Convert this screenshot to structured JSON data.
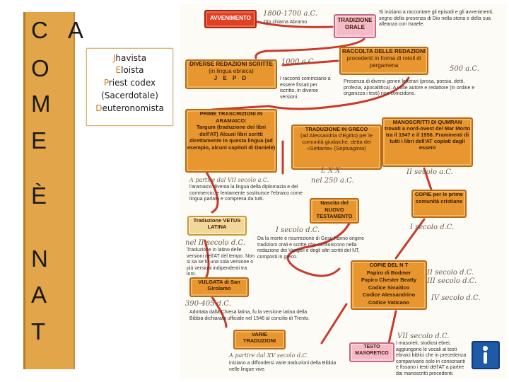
{
  "title": {
    "vertical_letters": [
      "C",
      "O",
      "M",
      "E",
      "È",
      "N",
      "A",
      "T"
    ],
    "horizontal_letter": "A"
  },
  "sources": {
    "items": [
      {
        "initial": "J",
        "rest": "havista"
      },
      {
        "initial": "E",
        "rest": "loista"
      },
      {
        "initial": "P",
        "rest": "riest codex"
      },
      {
        "initial": "",
        "rest": "(Sacerdotale)"
      },
      {
        "initial": "D",
        "rest": "euteronomista"
      }
    ]
  },
  "diagram": {
    "avvenimento": "AVVENIMENTO",
    "tradizione_orale": "TRADIZIONE ORALE",
    "date_1800": "1800-1700 a.C.",
    "abramo": "Dio chiama Abramo",
    "intro_note": "Si iniziano a raccontare gli episodi e gli avvenimenti, segno della presenza di Dio nella storia e della sua alleanza con Israele.",
    "diverse_redazioni": "DIVERSE REDAZIONI SCRITTE",
    "lingua_ebraica": "(in lingua ebraica)",
    "jepd": "J E P D",
    "date_1000": "1000 a.C.",
    "racconti_note": "I racconti cominciano a essere fissati per iscritto, in diverse versioni.",
    "raccolta": "RACCOLTA DELLE REDAZIONI",
    "raccolta_sub": "procedenti in forma di rotoli di pergamena",
    "date_500": "500 a.C.",
    "generi_note": "Presenza di diversi generi letterari (prosa, poesia, detti, profezia, apocalittica). A volte autore e redattore (in ordine e organizza i testi) non coincidono.",
    "targum_title": "PRIME TRASCRIZIONI IN ARAMAICO:",
    "targum_body": "Targum (traduzione dei libri dell'AT) Alcuni libri scritti direttamente in questa lingua (ad esempio, alcuni capitoli di Daniele)",
    "greco_title": "TRADUZIONE IN GRECO",
    "greco_body": "(ad Alessandria d'Egitto) per le comunità giudaiche, detta dei «Settanta» (Septuaginta)",
    "lxx": "L X X",
    "qumran_title": "MANOSCRITTI DI QUMRAN",
    "qumran_body": "trovati a nord-ovest del Mar Morto tra il 1947 e il 1956. Frammenti di tutti i libri dell'AT copiati dagli esseni",
    "date_vii": "A partire dal VII secolo a.C.",
    "aramaico_note": "l'aramaico diventa la lingua della diplomazia e del commercio, e lentamente sostituisce l'ebraico come lingua parlata e compresa da tutti.",
    "date_250": "nel 250 a.C.",
    "date_ii_ac": "II secolo a.C.",
    "nascita": "Nascita del NUOVO TESTAMENTO",
    "copie": "COPIE per le prime comunità cristiane",
    "vetus": "Traduzione VETUS LATINA",
    "date_i_dc": "I secolo d.C.",
    "nt_note": "Da la morte e risurrezione di Gesù hanno origine tradizioni orali e scritte che confluiscono nella redazione dei Vangeli e degli altri scritti del NT, composti in greco.",
    "date_i_dc_2": "I secolo d.C.",
    "date_ii_dc": "nel II secolo d.C.",
    "latino_note": "Traduzione in latino delle versioni dell'AT del tempo. Non si sa se fu una sola versione o più versioni indipendenti tra loro.",
    "copie_nt": "COPIE DEL N T",
    "codici": [
      "Papiro di Bodmer",
      "Papiro Chester Beatty",
      "Codice Sinaitico",
      "Codice Alessandrino",
      "Codice Vaticano"
    ],
    "date_ii_dc_b": "II secolo d.C.",
    "date_iii_dc": "III secolo d.C.",
    "date_iv_dc": "IV secolo d.C.",
    "vulgata": "VULGATA di San Girolamo",
    "date_390": "390-405 d.C.",
    "vulgata_note": "Adottata dalla Chiesa latina, fu la versione latina della Bibbia dichiarata ufficiale nel 1546 al concilio di Trento.",
    "varie": "VARIE TRADUZIONI",
    "date_vii_dc": "VII secolo d.C.",
    "masoretico": "TESTO MASORETICO",
    "masoreti_note": "I masoreti, studiosi ebrei, aggiungono le vocali ai testi ebraici biblici che in precedenza comparivano solo in consonanti e fissano i testi dell'AT a partire dai manoscritti precedenti.",
    "date_xv": "A partire dal XV secolo d.C.",
    "traduzioni_note": "iniziano a diffondersi varie traduzioni della Bibbia nelle lingue vive."
  }
}
